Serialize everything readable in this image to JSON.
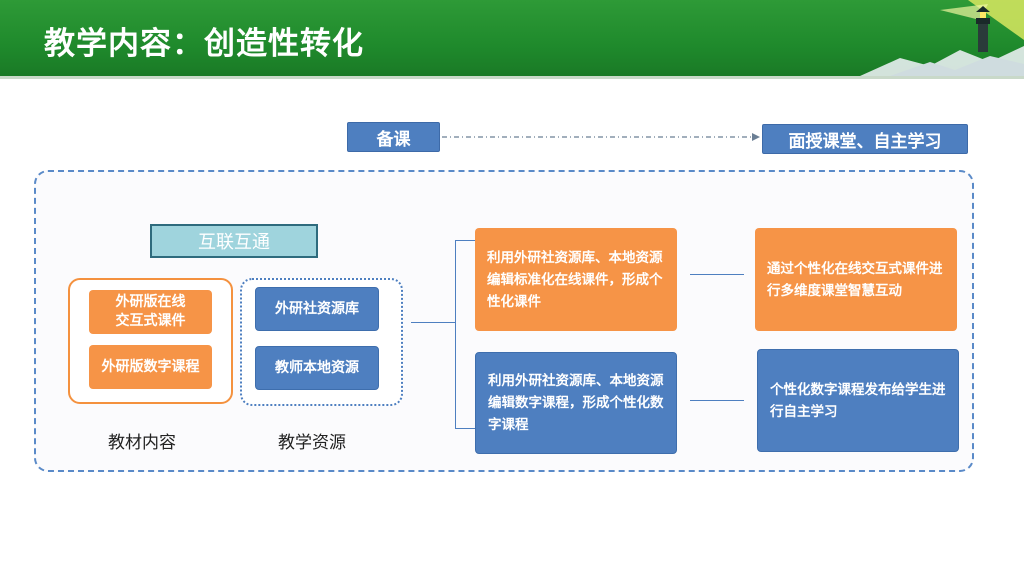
{
  "header": {
    "title": "教学内容：创造性转化"
  },
  "flow": {
    "prepare_label": "备课",
    "teach_label": "面授课堂、自主学习"
  },
  "connect_label": "互联互通",
  "materials": {
    "item1": "外研版在线\n交互式课件",
    "item2": "外研版数字课程",
    "caption": "教材内容"
  },
  "resources": {
    "item1": "外研社资源库",
    "item2": "教师本地资源",
    "caption": "教学资源"
  },
  "prep_steps": {
    "orange": "利用外研社资源库、本地资源编辑标准化在线课件，形成个性化课件",
    "blue": "利用外研社资源库、本地资源编辑数字课程，形成个性化数字课程"
  },
  "outcomes": {
    "orange": "通过个性化在线交互式课件进行多维度课堂智慧互动",
    "blue": "个性化数字课程发布给学生进行自主学习"
  },
  "colors": {
    "header_green": "#1f8a2c",
    "orange": "#f69447",
    "blue": "#4e7fc0"
  }
}
